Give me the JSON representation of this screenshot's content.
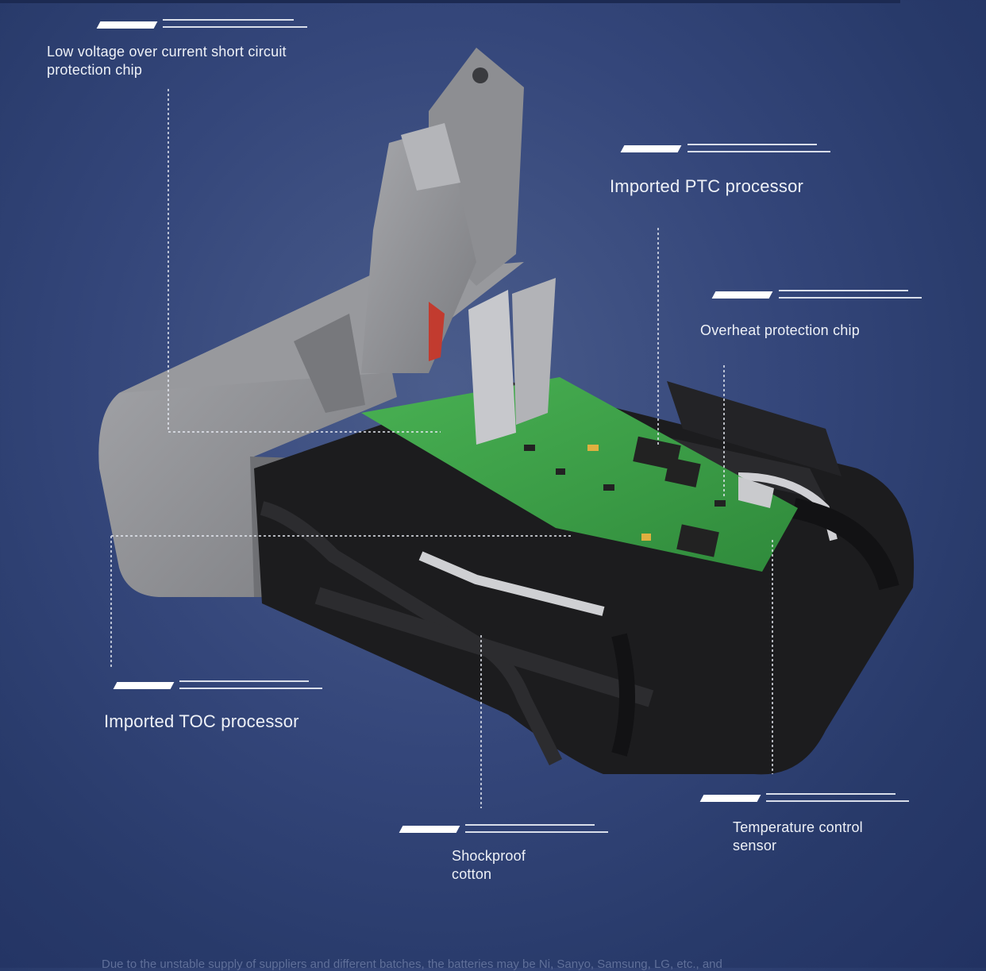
{
  "callouts": {
    "low_voltage": "Low voltage over current short circuit protection chip",
    "ptc": "Imported PTC processor",
    "overheat": "Overheat protection chip",
    "toc": "Imported TOC processor",
    "shockproof": "Shockproof cotton",
    "temperature": "Temperature control sensor"
  },
  "footer_note": "Due to the unstable supply of suppliers and different batches, the batteries may be Ni, Sanyo, Samsung, LG, etc., and",
  "colors": {
    "background": "#2f4272",
    "pcb_green": "#3fa24a",
    "battery_casing": "#8f9095",
    "cell_black": "#1c1c1e"
  }
}
